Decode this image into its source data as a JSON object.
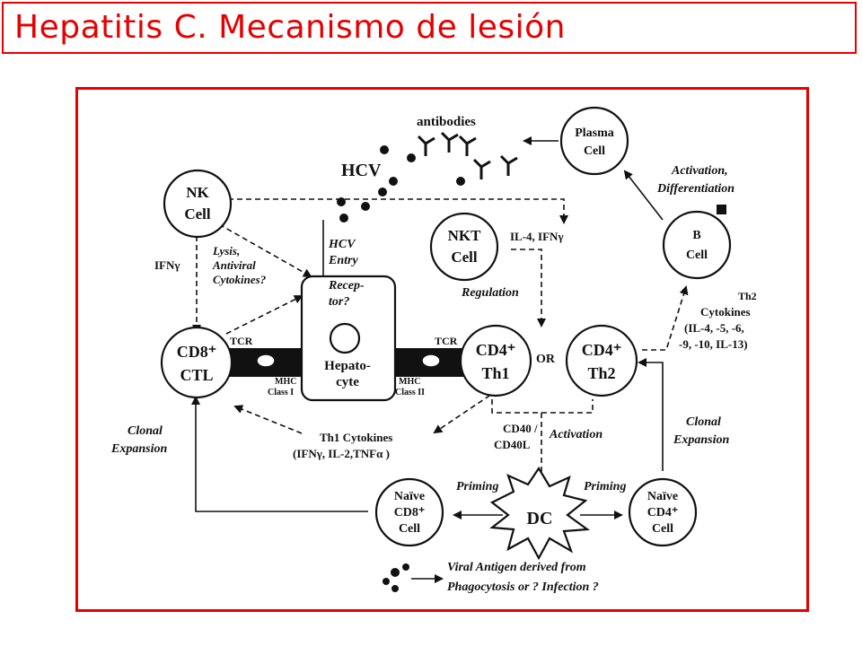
{
  "title": "Hepatitis C. Mecanismo de lesión",
  "cells": {
    "nk": [
      "NK",
      "Cell"
    ],
    "nkt": [
      "NKT",
      "Cell"
    ],
    "plasma": [
      "Plasma",
      "Cell"
    ],
    "b": [
      "B",
      "Cell"
    ],
    "cd8": [
      "CD8⁺",
      "CTL"
    ],
    "cd4th1": [
      "CD4⁺",
      "Th1"
    ],
    "cd4th2": [
      "CD4⁺",
      "Th2"
    ],
    "hepatocyte": [
      "Hepato-",
      "cyte"
    ],
    "naive_cd8": [
      "Naïve",
      "CD8⁺",
      "Cell"
    ],
    "naive_cd4": [
      "Naïve",
      "CD4⁺",
      "Cell"
    ],
    "dc": "DC"
  },
  "labels": {
    "antibodies": "antibodies",
    "hcv": "HCV",
    "hcv_entry": [
      "HCV",
      "Entry",
      "Recep-",
      "tor?"
    ],
    "lysis": [
      "Lysis,",
      "Antiviral",
      "Cytokines?"
    ],
    "ifn_nk": "IFNγ",
    "il4_ifn": "IL-4, IFNγ",
    "regulation": "Regulation",
    "activation_diff": [
      "Activation,",
      "Differentiation"
    ],
    "th2_cytokines": [
      "Th2",
      "Cytokines",
      "(IL-4, -5, -6,",
      "-9, -10, IL-13)"
    ],
    "tcr_left": "TCR",
    "tcr_right": "TCR",
    "mhc1": [
      "MHC",
      "Class I"
    ],
    "mhc2": [
      "MHC",
      "Class II"
    ],
    "or": "OR",
    "th1_cytokines": [
      "Th1 Cytokines",
      "(IFNγ, IL-2,TNFα )"
    ],
    "cd40": [
      "CD40 /",
      "CD40L"
    ],
    "activation": "Activation",
    "clonal_left": [
      "Clonal",
      "Expansion"
    ],
    "clonal_right": [
      "Clonal",
      "Expansion"
    ],
    "priming_left": "Priming",
    "priming_right": "Priming",
    "viral_antigen": [
      "Viral Antigen derived from",
      "Phagocytosis or  ? Infection  ?"
    ]
  }
}
